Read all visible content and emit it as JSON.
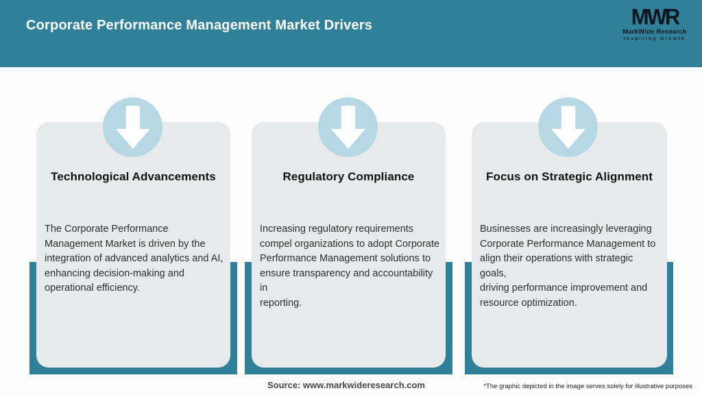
{
  "header": {
    "title": "Corporate Performance Management Market Drivers"
  },
  "logo": {
    "monogram": "MWR",
    "name": "MarkWide Research",
    "tagline": "Inspiring Growth"
  },
  "cards": [
    {
      "title": "Technological Advancements",
      "body": "The Corporate Performance\nManagement Market is driven by the\nintegration of advanced analytics and AI,\nenhancing decision-making and\noperational efficiency."
    },
    {
      "title": "Regulatory Compliance",
      "body": "Increasing regulatory requirements\ncompel organizations to adopt Corporate\nPerformance Management solutions to\nensure transparency and accountability in\nreporting."
    },
    {
      "title": "Focus on Strategic Alignment",
      "body": "Businesses are increasingly leveraging\nCorporate Performance Management to\nalign their operations with strategic goals,\ndriving performance improvement and\nresource optimization."
    }
  ],
  "footer": {
    "source": "Source: www.markwideresearch.com",
    "disclaimer": "*The graphic depicted in the image serves solely for illustrative purposes"
  },
  "colors": {
    "teal": "#31809a",
    "card_bg": "#e7eaea",
    "circle_blue": "#b6d8e4",
    "arrow_white": "#ffffff",
    "logo_ink": "#0e1621"
  }
}
